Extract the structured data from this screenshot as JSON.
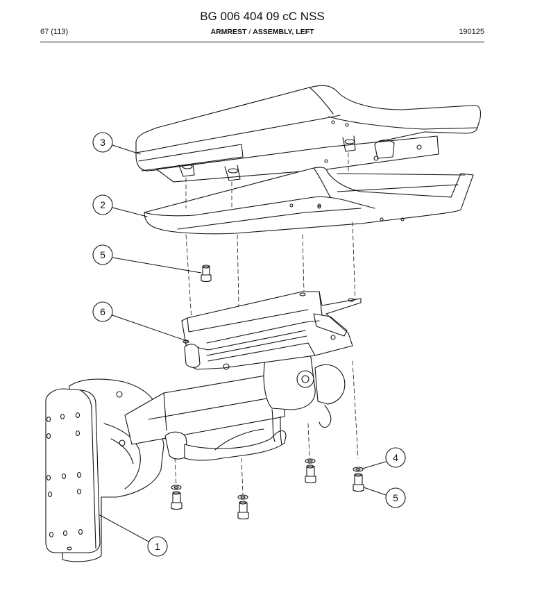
{
  "header": {
    "doc_code": "BG 006 404 09 cC NSS",
    "page": "67 (113)",
    "title_part1": "ARMREST",
    "title_sep": " / ",
    "title_part2": "ASSEMBLY, LEFT",
    "date": "190125"
  },
  "callouts": [
    {
      "id": "c3",
      "label": "3"
    },
    {
      "id": "c2",
      "label": "2"
    },
    {
      "id": "c5a",
      "label": "5"
    },
    {
      "id": "c6",
      "label": "6"
    },
    {
      "id": "c4",
      "label": "4"
    },
    {
      "id": "c5b",
      "label": "5"
    },
    {
      "id": "c1",
      "label": "1"
    }
  ]
}
